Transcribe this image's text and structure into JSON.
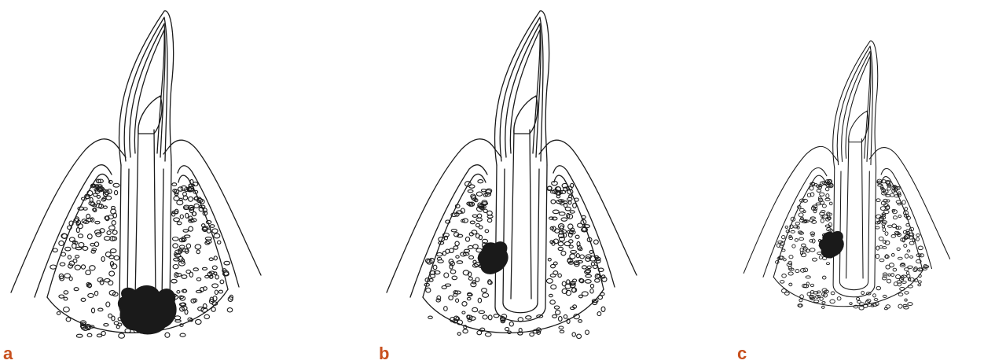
{
  "panels": [
    {
      "label": "a",
      "lesion_site": "apical"
    },
    {
      "label": "b",
      "lesion_site": "lateral-mid-root"
    },
    {
      "label": "c",
      "lesion_site": "lateral-mid-root"
    }
  ],
  "colors": {
    "label": "#c8501e",
    "line": "#1a1a1a",
    "lesion": "#1a1a1a"
  }
}
